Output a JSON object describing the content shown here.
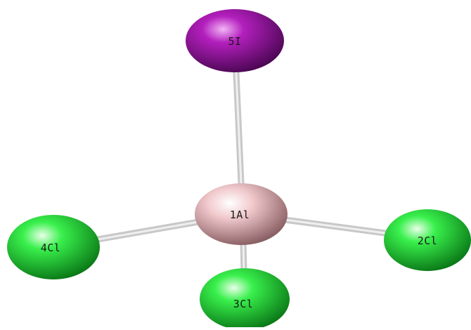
{
  "crop_text": "...",
  "atoms": [
    {
      "id": "al",
      "label": "1Al",
      "element": "Al",
      "color": "#e8b4b8"
    },
    {
      "id": "cl2",
      "label": "2Cl",
      "element": "Cl",
      "color": "#22e03a"
    },
    {
      "id": "cl3",
      "label": "3Cl",
      "element": "Cl",
      "color": "#22e03a"
    },
    {
      "id": "cl4",
      "label": "4Cl",
      "element": "Cl",
      "color": "#22e03a"
    },
    {
      "id": "i5",
      "label": "5I",
      "element": "I",
      "color": "#9a1aa2"
    }
  ],
  "bonds": [
    {
      "from": "al",
      "to": "i5"
    },
    {
      "from": "al",
      "to": "cl2"
    },
    {
      "from": "al",
      "to": "cl3"
    },
    {
      "from": "al",
      "to": "cl4"
    }
  ]
}
